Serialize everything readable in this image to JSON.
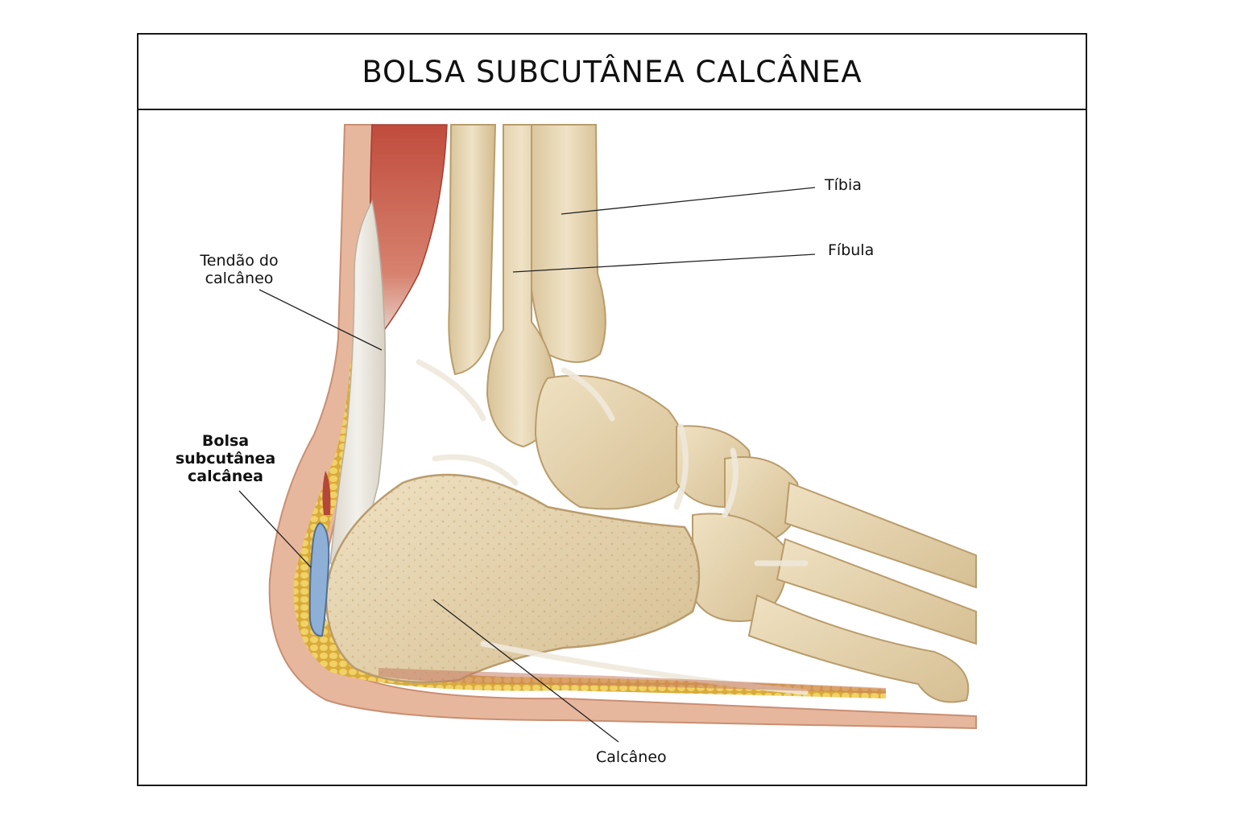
{
  "title": "BOLSA SUBCUTÂNEA CALCÂNEA",
  "labels": {
    "tibia": "Tíbia",
    "fibula": "Fíbula",
    "tendon_line1": "Tendão do",
    "tendon_line2": "calcâneo",
    "bursa_line1": "Bolsa",
    "bursa_line2": "subcutânea",
    "bursa_line3": "calcânea",
    "calcaneus": "Calcâneo"
  },
  "colors": {
    "bone": "#e6d3ad",
    "bone_shadow": "#c9b185",
    "muscle": "#c9594a",
    "tendon": "#e9e6df",
    "fat": "#e8c457",
    "skin": "#e9b59b",
    "bursa": "#8fb0d6"
  }
}
